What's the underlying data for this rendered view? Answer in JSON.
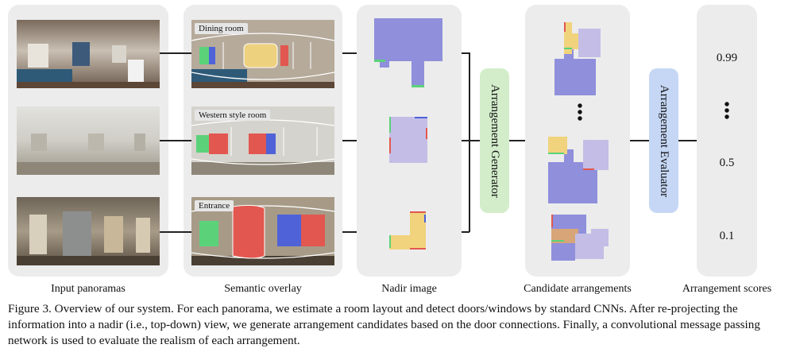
{
  "columns": {
    "input": "Input panoramas",
    "semantic": "Semantic overlay",
    "nadir": "Nadir image",
    "candidates": "Candidate arrangements",
    "scores": "Arrangement scores"
  },
  "rooms": [
    "Dining room",
    "Western style room",
    "Entrance"
  ],
  "generator_label": "Arrangement Generator",
  "evaluator_label": "Arrangement Evaluator",
  "scores": [
    "0.99",
    "0.5",
    "0.1"
  ],
  "ellipsis": "•\n•\n•",
  "caption": "Figure 3.   Overview of our system. For each panorama, we estimate a room layout and detect doors/windows by standard CNNs. After re-projecting the information into a nadir (i.e., top-down) view, we generate arrangement candidates based on the door connections. Finally, a convolutional message passing network is used to evaluate the realism of each arrangement.",
  "colors": {
    "panel": "#ececec",
    "room_blue": "#8f8fdc",
    "room_lilac": "#c4bde6",
    "door_yellow": "#f1d37d",
    "door_red": "#e2574f",
    "door_green": "#5bd27a",
    "window_blue": "#4f62d8",
    "generator_box": "#d3edcb",
    "evaluator_box": "#c6d7f5"
  }
}
